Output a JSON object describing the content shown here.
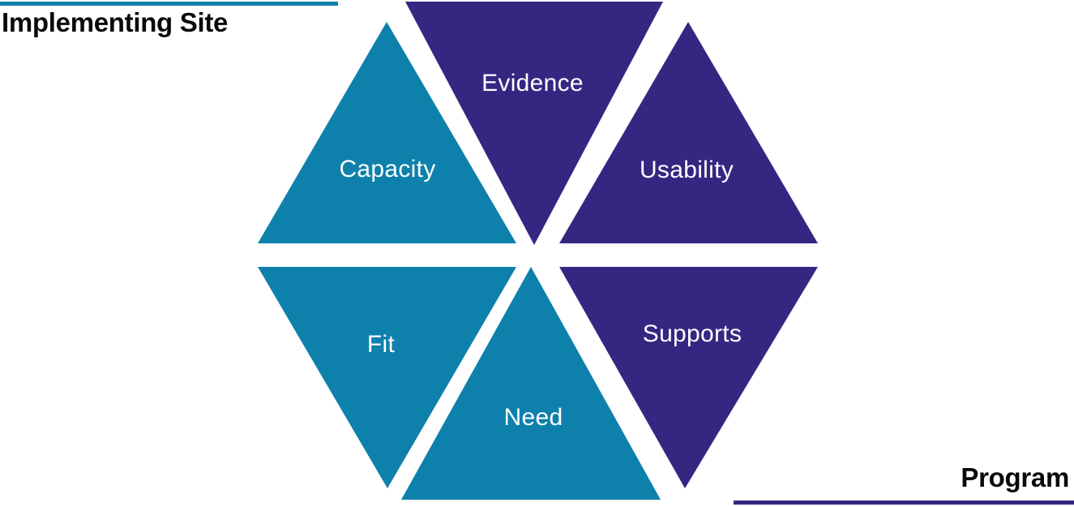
{
  "colors": {
    "teal": "#0E80AC",
    "purple": "#362682",
    "label_text": "#FFFFFF",
    "title_text": "#0A0A0A",
    "background": "#FFFFFF"
  },
  "titles": {
    "implementing_site": "Implementing Site",
    "program": "Program"
  },
  "hexagon": {
    "triangles": [
      {
        "label": "Evidence",
        "color": "purple",
        "side": "program"
      },
      {
        "label": "Usability",
        "color": "purple",
        "side": "program"
      },
      {
        "label": "Supports",
        "color": "purple",
        "side": "program"
      },
      {
        "label": "Capacity",
        "color": "teal",
        "side": "implementing-site"
      },
      {
        "label": "Fit",
        "color": "teal",
        "side": "implementing-site"
      },
      {
        "label": "Need",
        "color": "teal",
        "side": "implementing-site"
      }
    ]
  }
}
